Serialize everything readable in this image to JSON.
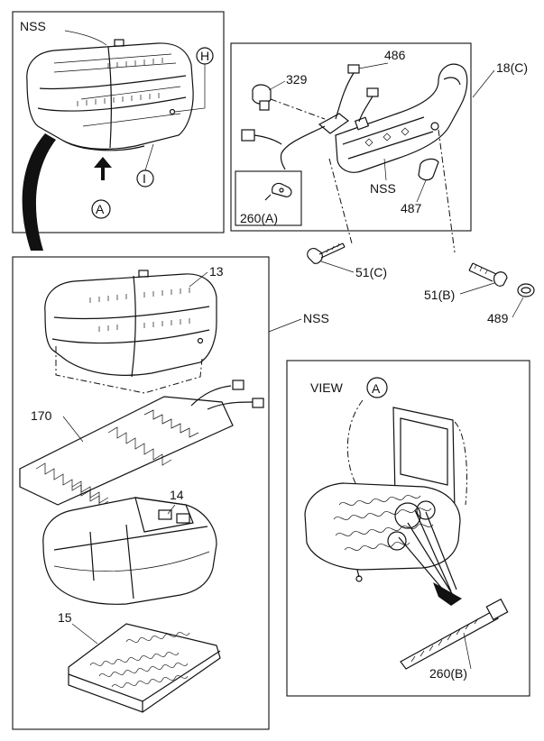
{
  "callouts": {
    "nss_top": "NSS",
    "marker_h": "H",
    "marker_i": "I",
    "marker_a": "A",
    "p329": "329",
    "p486": "486",
    "p18c": "18(C)",
    "nss_side": "NSS",
    "p487": "487",
    "p260a": "260(A)",
    "p51c": "51(C)",
    "p51b": "51(B)",
    "p489": "489",
    "nss_main": "NSS",
    "p13": "13",
    "p170": "170",
    "p14": "14",
    "p15": "15",
    "view_word": "VIEW",
    "view_marker": "A",
    "p260b": "260(B)"
  }
}
